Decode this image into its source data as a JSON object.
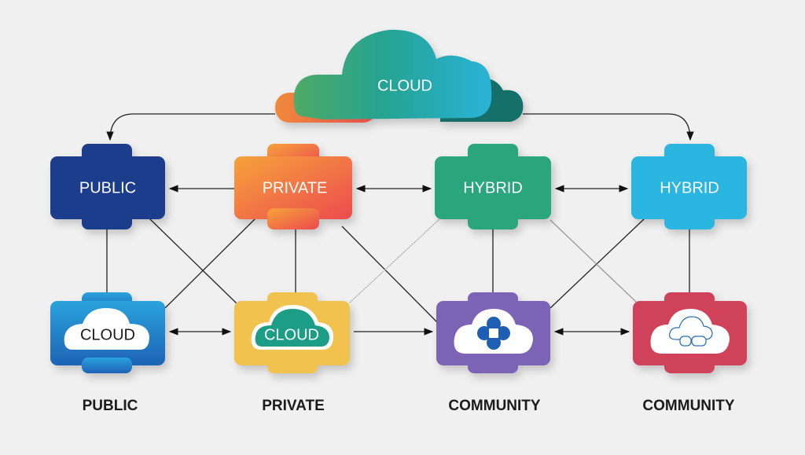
{
  "main_cloud": {
    "label": "CLOUD"
  },
  "top_row": [
    {
      "label": "PUBLIC",
      "color": "#1f3d8c"
    },
    {
      "label": "PRIVATE",
      "color": "#f2643f"
    },
    {
      "label": "HYBRID",
      "color": "#2aa57c"
    },
    {
      "label": "HYBRID",
      "color": "#2cb6e0"
    }
  ],
  "bottom_row": [
    {
      "label": "PUBLIC",
      "icon": "cloud-text-icon",
      "icon_text": "CLOUD",
      "color": "#2386cf"
    },
    {
      "label": "PRIVATE",
      "icon": "cloud-text-icon",
      "icon_text": "CLOUD",
      "color": "#f2c24f"
    },
    {
      "label": "COMMUNITY",
      "icon": "medical-cross-cloud-icon",
      "color": "#7d64b6"
    },
    {
      "label": "COMMUNITY",
      "icon": "cloud-outline-icon",
      "color": "#d0425a"
    }
  ]
}
